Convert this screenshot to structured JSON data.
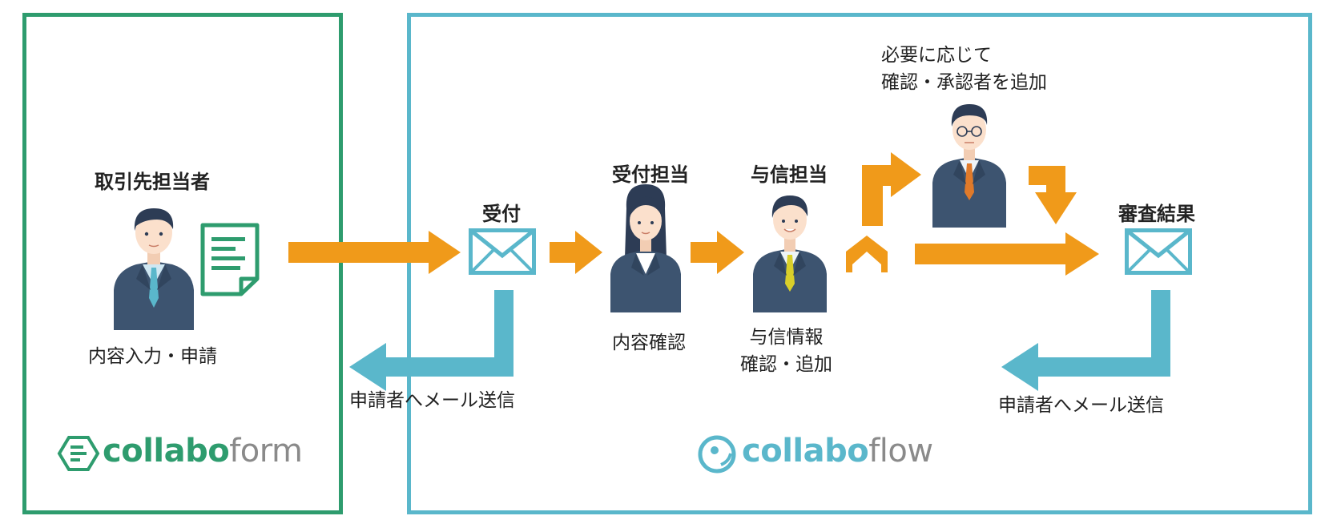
{
  "left_panel": {
    "actor_title": "取引先担当者",
    "actor_caption": "内容入力・申請",
    "logo": {
      "part1": "collabo",
      "part2": "form"
    }
  },
  "right_panel": {
    "receipt_label": "受付",
    "reception_title": "受付担当",
    "reception_caption": "内容確認",
    "credit_title": "与信担当",
    "credit_caption_line1": "与信情報",
    "credit_caption_line2": "確認・追加",
    "optional_line1": "必要に応じて",
    "optional_line2": "確認・承認者を追加",
    "result_label": "審査結果",
    "mail_left": "申請者へメール送信",
    "mail_right": "申請者へメール送信",
    "logo": {
      "part1": "collabo",
      "part2": "flow"
    }
  },
  "colors": {
    "green_frame": "#2e9c6e",
    "blue_frame": "#5ab7cb",
    "orange_arrow": "#f09a1a",
    "blue_arrow": "#5ab7cb",
    "suit": "#3d5470",
    "skin": "#fbe0cc",
    "hair": "#2d3c55"
  },
  "icons": [
    "document-icon",
    "envelope-icon",
    "person-icon",
    "diamond-branch-icon"
  ]
}
